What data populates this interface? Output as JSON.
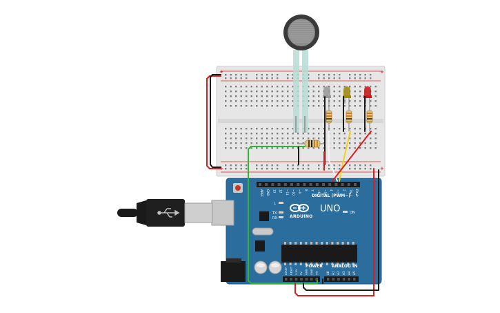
{
  "scene": {
    "breadboard": {
      "plus": "+",
      "minus": "-"
    },
    "arduino": {
      "brand": "ARDUINO",
      "model": "UNO",
      "digital_header": "DIGITAL (PWM~)",
      "power_header": "POWER",
      "analog_header": "ANALOG IN",
      "on_label": "ON",
      "tx_label": "TX",
      "rx_label": "RX",
      "l_label": "L",
      "digital_pins": [
        "AREF",
        "GND",
        "13",
        "12",
        "~11",
        "~10",
        "~9",
        "8",
        "7",
        "~6",
        "~5",
        "4",
        "~3",
        "2",
        "TX▸1",
        "RX◂0"
      ],
      "power_pins": [
        "IOREF",
        "RESET",
        "3.3V",
        "5V",
        "GND",
        "GND",
        "Vin"
      ],
      "analog_pins": [
        "A0",
        "A1",
        "A2",
        "A3",
        "A4",
        "A5"
      ]
    },
    "leds": [
      {
        "color_name": "gray",
        "color": "#9a9a9a"
      },
      {
        "color_name": "yellow",
        "color": "#a08a12"
      },
      {
        "color_name": "red",
        "color": "#c81c1c"
      }
    ],
    "colors": {
      "board_blue": "#2b6e9e",
      "wire_red": "#e01b1b",
      "wire_black": "#1a1a1a",
      "wire_green": "#2fb52f",
      "wire_yellow": "#f2d21a",
      "wire_white": "#f2f2f2"
    }
  }
}
